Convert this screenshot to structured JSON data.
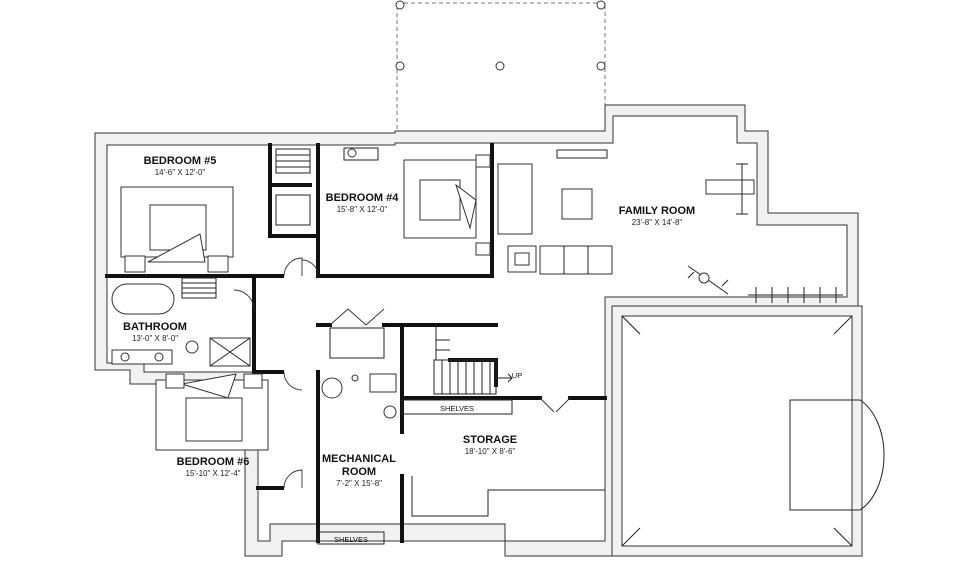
{
  "plan": {
    "rooms": [
      {
        "id": "bedroom5",
        "name": "BEDROOM #5",
        "dims": "14'-6\" X 12'-0\""
      },
      {
        "id": "bedroom4",
        "name": "BEDROOM #4",
        "dims": "15'-8\" X 12'-0\""
      },
      {
        "id": "family",
        "name": "FAMILY ROOM",
        "dims": "23'-8\" X 14'-8\""
      },
      {
        "id": "bathroom",
        "name": "BATHROOM",
        "dims": "13'-0\" X 8'-0\""
      },
      {
        "id": "bedroom6",
        "name": "BEDROOM #6",
        "dims": "15'-10\" X 12'-4\""
      },
      {
        "id": "mechanical_line1",
        "name": "MECHANICAL"
      },
      {
        "id": "mechanical_line2",
        "name": "ROOM",
        "dims": "7'-2\" X 15'-8\""
      },
      {
        "id": "storage",
        "name": "STORAGE",
        "dims": "18'-10\" X 8'-6\""
      }
    ],
    "labels": {
      "shelves_storage": "SHELVES",
      "shelves_mechanical": "SHELVES",
      "stair_up": "UP"
    }
  }
}
